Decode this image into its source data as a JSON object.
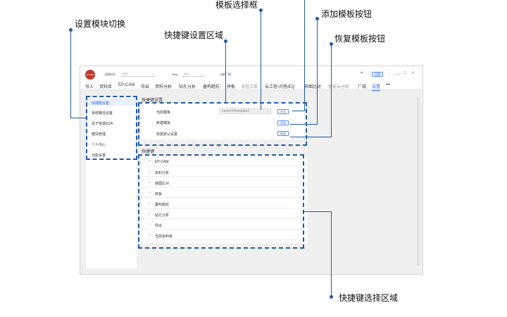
{
  "annotations": {
    "settings_switch": "设置模块切换",
    "template_select_box": "模板选择框",
    "add_template_button": "添加模板按钮",
    "shortcut_settings_area": "快捷键设置区域",
    "restore_template_button": "恢复模板按钮",
    "shortcut_select_area": "快捷键选择区域"
  },
  "titlebar": {
    "logo_text": "HYPER",
    "current_model_label": "当前料号:",
    "current_model_value": "2402",
    "step_label": "Step:",
    "step_value": "orig",
    "factory_label": "当前厂配:",
    "settings_button": "设置",
    "window_controls": {
      "minimize": "－",
      "maximize": "□",
      "close": "×"
    }
  },
  "menubar": {
    "items": [
      {
        "label": "导入",
        "style": "normal"
      },
      {
        "label": "资料库",
        "style": "normal"
      },
      {
        "label": "EP-CAM",
        "style": "normal"
      },
      {
        "label": "导出",
        "style": "normal"
      },
      {
        "label": "资料分析",
        "style": "normal"
      },
      {
        "label": "钻孔分析",
        "style": "normal"
      },
      {
        "label": "叠构题抗",
        "style": "normal"
      },
      {
        "label": "拼板",
        "style": "normal"
      },
      {
        "label": "流程工单",
        "style": "gray"
      },
      {
        "label": "云工程-问答/EQ",
        "style": "normal"
      },
      {
        "label": "转图比对",
        "style": "normal"
      },
      {
        "label": "智能云分析",
        "style": "gray"
      },
      {
        "label": "厂规",
        "style": "normal"
      },
      {
        "label": "设置",
        "style": "active"
      },
      {
        "label": "•••",
        "style": "normal"
      }
    ]
  },
  "sidebar": {
    "items": [
      {
        "label": "快捷键设置",
        "active": true
      },
      {
        "label": "系统路径设置",
        "active": false
      },
      {
        "label": "关于悦谱EDA",
        "active": false
      },
      {
        "label": "模块管理",
        "active": false
      },
      {
        "label": "个人中心",
        "active": false
      },
      {
        "label": "功能设置",
        "active": false
      }
    ]
  },
  "shortcut_settings": {
    "section_title": "快捷键设置",
    "current_template_label": "当前模板",
    "current_template_value": "customTemplate1",
    "apply_button": "应用",
    "new_template_label": "新建模板",
    "add_button": "添加",
    "restore_default_label": "恢复默认设置",
    "restore_button": "恢复"
  },
  "shortcuts": {
    "section_title": "快捷键",
    "rows": [
      "EP-CAM",
      "资料分析",
      "转图比对",
      "拼板",
      "叠构题抗",
      "钻孔分析",
      "导出",
      "当前资料库"
    ]
  }
}
